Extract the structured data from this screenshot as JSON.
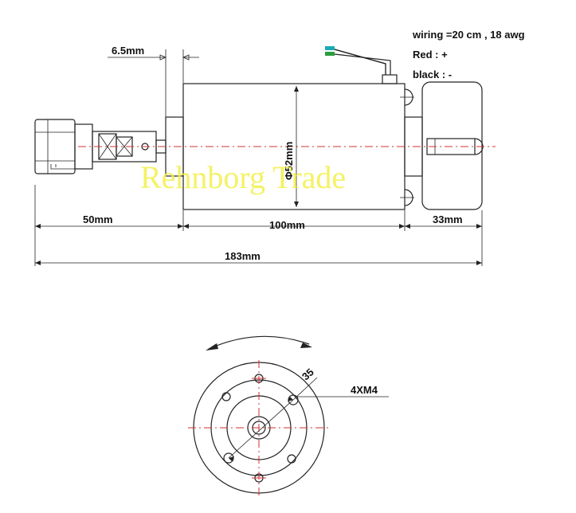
{
  "wiring": {
    "spec": "wiring =20 cm , 18 awg",
    "red": "Red : +",
    "black": "black : -",
    "wire_colors": {
      "lead_a": "#1aa9b8",
      "lead_b": "#2b9e3f"
    }
  },
  "dimensions": {
    "flange_thickness": "6.5mm",
    "collet_length": "50mm",
    "body_length": "100mm",
    "rear_length": "33mm",
    "total_length": "183mm",
    "diameter": "Φ52mm"
  },
  "end_view": {
    "bolt_circle": "35",
    "mount_holes": "4XM4"
  },
  "watermark": "Rehnborg Trade",
  "colors": {
    "centerline": "#d63030",
    "watermark": "#f2f04a",
    "ink": "#222222"
  }
}
